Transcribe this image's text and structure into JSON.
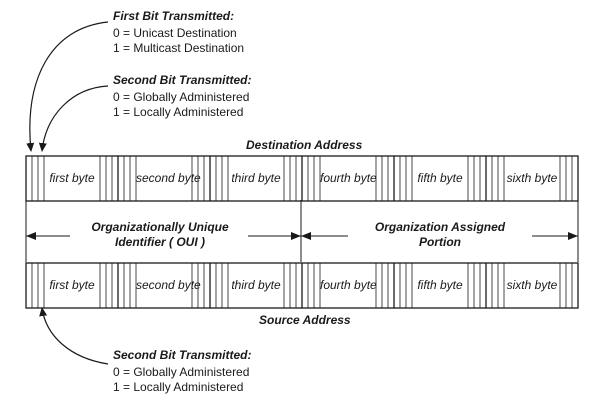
{
  "first_bit": {
    "title": "First Bit Transmitted:",
    "line1": "0 = Unicast Destination",
    "line2": "1 = Multicast Destination"
  },
  "second_bit_top": {
    "title": "Second Bit Transmitted:",
    "line1": "0 = Globally Administered",
    "line2": "1 = Locally Administered"
  },
  "second_bit_bottom": {
    "title": "Second Bit Transmitted:",
    "line1": "0 = Globally Administered",
    "line2": "1 = Locally Administered"
  },
  "destination_label": "Destination Address",
  "source_label": "Source Address",
  "bytes": [
    "first byte",
    "second byte",
    "third byte",
    "fourth byte",
    "fifth byte",
    "sixth byte"
  ],
  "oui_label_line1": "Organizationally Unique",
  "oui_label_line2": "Identifier ( OUI )",
  "assigned_label_line1": "Organization Assigned",
  "assigned_label_line2": "Portion"
}
